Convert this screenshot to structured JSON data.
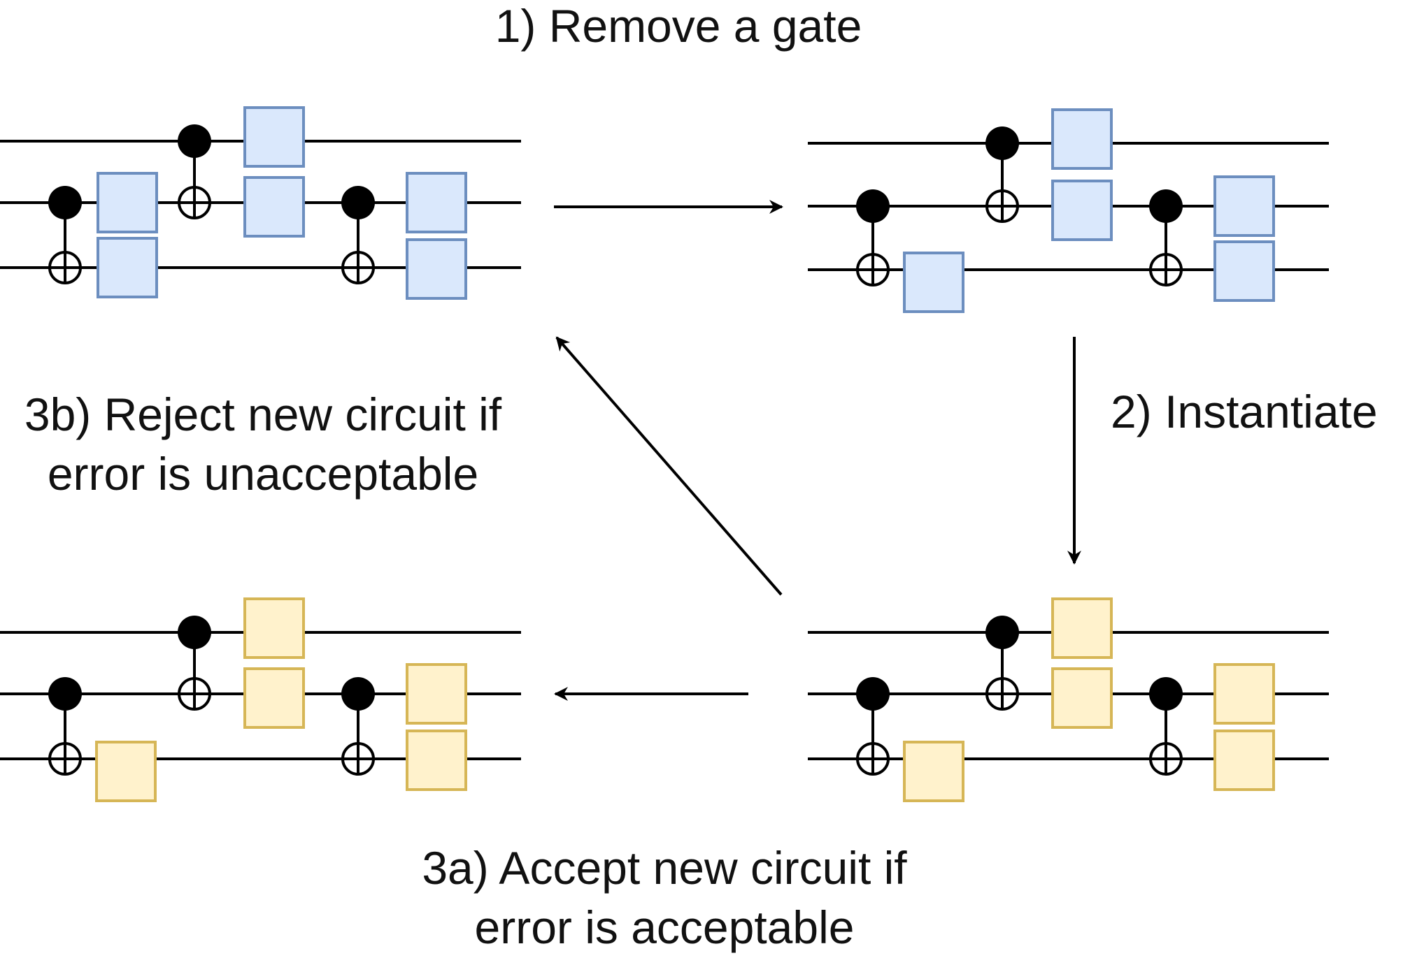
{
  "labels": {
    "step1": "1) Remove a gate",
    "step2": "2) Instantiate",
    "step3b_line1": "3b) Reject new circuit if",
    "step3b_line2": "error is unacceptable",
    "step3a_line1": "3a) Accept new circuit if",
    "step3a_line2": "error is acceptable"
  },
  "colors": {
    "blue_fill": "#dae8fc",
    "blue_stroke": "#6c8ebf",
    "yellow_fill": "#fff2cc",
    "yellow_stroke": "#d6b656",
    "line": "#000000"
  },
  "circuits": [
    {
      "id": "top-left-original",
      "style": "blue",
      "removed_gate": false
    },
    {
      "id": "top-right-removed",
      "style": "blue",
      "removed_gate": true
    },
    {
      "id": "bottom-right-instantiated",
      "style": "yellow",
      "removed_gate": true
    },
    {
      "id": "bottom-left-accepted",
      "style": "yellow",
      "removed_gate": true
    }
  ],
  "arrows": [
    {
      "id": "remove-gate-arrow",
      "from": "top-left-original",
      "to": "top-right-removed"
    },
    {
      "id": "instantiate-arrow",
      "from": "top-right-removed",
      "to": "bottom-right-instantiated"
    },
    {
      "id": "accept-arrow",
      "from": "bottom-right-instantiated",
      "to": "bottom-left-accepted"
    },
    {
      "id": "reject-arrow",
      "from": "bottom-right-instantiated",
      "to": "top-left-original"
    }
  ]
}
